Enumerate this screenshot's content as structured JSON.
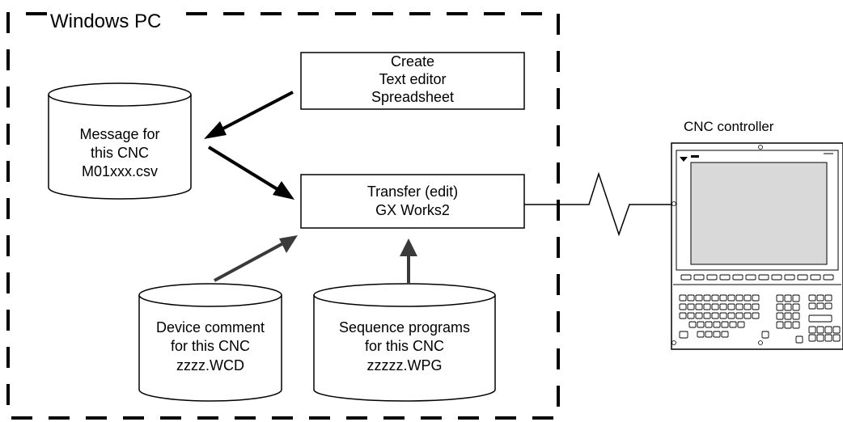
{
  "pc_region": {
    "title": "Windows PC"
  },
  "nodes": {
    "create": {
      "lines": [
        "Create",
        "Text editor",
        "Spreadsheet"
      ]
    },
    "message": {
      "lines": [
        "Message for",
        "this CNC",
        "M01xxx.csv"
      ]
    },
    "transfer": {
      "lines": [
        "Transfer (edit)",
        "GX Works2"
      ]
    },
    "device": {
      "lines": [
        "Device comment",
        "for this CNC",
        "zzzz.WCD"
      ]
    },
    "sequence": {
      "lines": [
        "Sequence programs",
        "for this CNC",
        "zzzzz.WPG"
      ]
    }
  },
  "controller": {
    "label": "CNC controller"
  },
  "colors": {
    "line": "#000000",
    "arrow_gray": "#3a3a3a",
    "screen": "#d9d9d9",
    "bg": "#ffffff"
  }
}
